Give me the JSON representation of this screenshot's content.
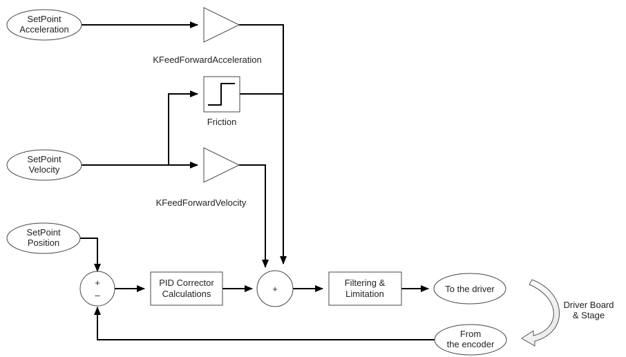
{
  "inputs": {
    "acceleration": [
      "SetPoint",
      "Acceleration"
    ],
    "velocity": [
      "SetPoint",
      "Velocity"
    ],
    "position": [
      "SetPoint",
      "Position"
    ]
  },
  "labels": {
    "kff_acceleration": "KFeedForwardAcceleration",
    "friction": "Friction",
    "kff_velocity": "KFeedForwardVelocity",
    "sum_a_plus": "+",
    "sum_a_minus": "–",
    "sum_b_plus": "+"
  },
  "blocks": {
    "pid": [
      "PID Corrector",
      "Calculations"
    ],
    "filter": [
      "Filtering &",
      "Limitation"
    ]
  },
  "outputs": {
    "to_driver": "To the driver",
    "from_encoder": [
      "From",
      "the encoder"
    ]
  },
  "driver_board": [
    "Driver Board",
    "& Stage"
  ]
}
